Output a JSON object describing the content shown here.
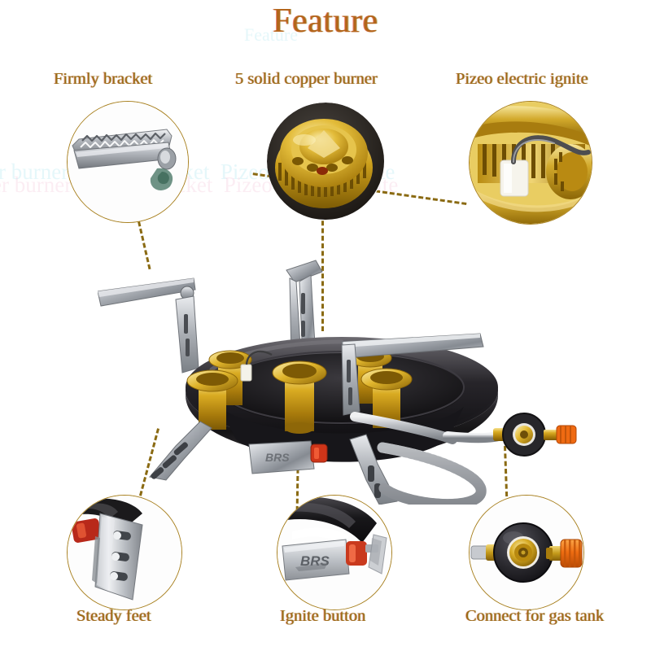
{
  "page": {
    "title": "Feature",
    "background_color": "#ffffff",
    "accent_color": "#9c6a16",
    "leader_line_color": "#8a6a12",
    "bubble_ring_color": "#a8801f"
  },
  "features": [
    {
      "id": "firmly-bracket",
      "label": "Firmly bracket",
      "position": "top-left",
      "icon": "serrated-pot-support-bracket",
      "detail_colors": {
        "metal": "#b9bcc0",
        "shadow": "#6a6e73"
      }
    },
    {
      "id": "copper-burner",
      "label": "5 solid copper burner",
      "position": "top-center",
      "icon": "brass-burner-head",
      "detail_colors": {
        "brass": "#d9a919",
        "brass_dark": "#8a6406",
        "body": "#241f1c"
      }
    },
    {
      "id": "piezo-ignite",
      "label": "Pizeo electric ignite",
      "position": "top-right",
      "icon": "piezo-igniter-electrode",
      "detail_colors": {
        "brass": "#c89f22",
        "ceramic": "#f2efe6",
        "electrode": "#5a5a5c"
      }
    },
    {
      "id": "steady-feet",
      "label": "Steady feet",
      "position": "bottom-left",
      "icon": "slotted-stove-leg",
      "detail_colors": {
        "metal": "#c6c9cd",
        "red": "#c0291d",
        "dark": "#2a2a2c"
      }
    },
    {
      "id": "ignite-button",
      "label": "Ignite button",
      "position": "bottom-center",
      "icon": "red-ignition-button",
      "brand_mark": "BRS",
      "detail_colors": {
        "metal": "#c9ccd0",
        "red": "#d33a22",
        "body": "#1c1b1b"
      }
    },
    {
      "id": "gas-connector",
      "label": "Connect  for gas tank",
      "position": "bottom-right",
      "icon": "gas-tank-regulator-valve",
      "detail_colors": {
        "black": "#2b2b2f",
        "brass": "#c99f1c",
        "knob": "#ef6a12"
      }
    }
  ],
  "product": {
    "name": "portable-camping-gas-stove",
    "burner_count": 5,
    "parts": [
      "black-burner-bowl",
      "brass-burner-heads",
      "serrated-pot-support-arms",
      "slotted-steady-legs",
      "ignite-button-plate",
      "braided-steel-hose",
      "regulator-valve"
    ],
    "colors": {
      "bowl": "#1d1c1e",
      "bowl_highlight": "#4b4a4e",
      "brass": "#cfa11d",
      "brass_light": "#f0d272",
      "steel": "#b8bbc0",
      "steel_dark": "#70747a",
      "red_button": "#cf3519",
      "hose": "#b9bcc1"
    }
  }
}
